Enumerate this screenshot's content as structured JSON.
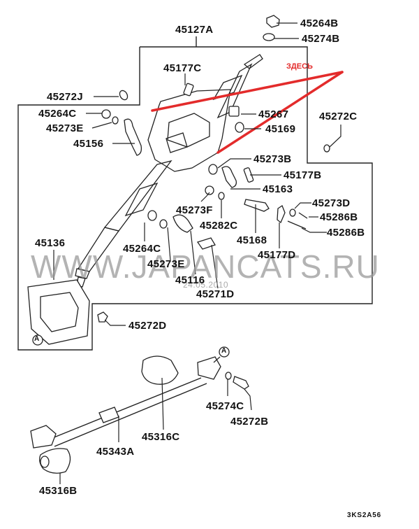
{
  "diagram": {
    "title_part": "45127A",
    "diagram_code": "3KS2A56",
    "annotation": {
      "text": "ЗДЕСЬ",
      "color": "#e32b2b"
    },
    "watermark": {
      "text": "WWW.JAPANCATS.RU",
      "date": "24.05.2010"
    },
    "callout_marker": "A",
    "parts": {
      "p45127A": "45127A",
      "p45264B": "45264B",
      "p45274B": "45274B",
      "p45177C": "45177C",
      "p45272J": "45272J",
      "p45264C_top": "45264C",
      "p45273E_top": "45273E",
      "p45156": "45156",
      "p45267": "45267",
      "p45169": "45169",
      "p45272C": "45272C",
      "p45273B": "45273B",
      "p45177B": "45177B",
      "p45163": "45163",
      "p45273F": "45273F",
      "p45282C": "45282C",
      "p45273D": "45273D",
      "p45286B_1": "45286B",
      "p45286B_2": "45286B",
      "p45168": "45168",
      "p45177D": "45177D",
      "p45136": "45136",
      "p45264C_mid": "45264C",
      "p45273E_mid": "45273E",
      "p45116": "45116",
      "p45271D": "45271D",
      "p45272D": "45272D",
      "p45316C": "45316C",
      "p45274C": "45274C",
      "p45272B": "45272B",
      "p45343A": "45343A",
      "p45316B": "45316B"
    }
  }
}
